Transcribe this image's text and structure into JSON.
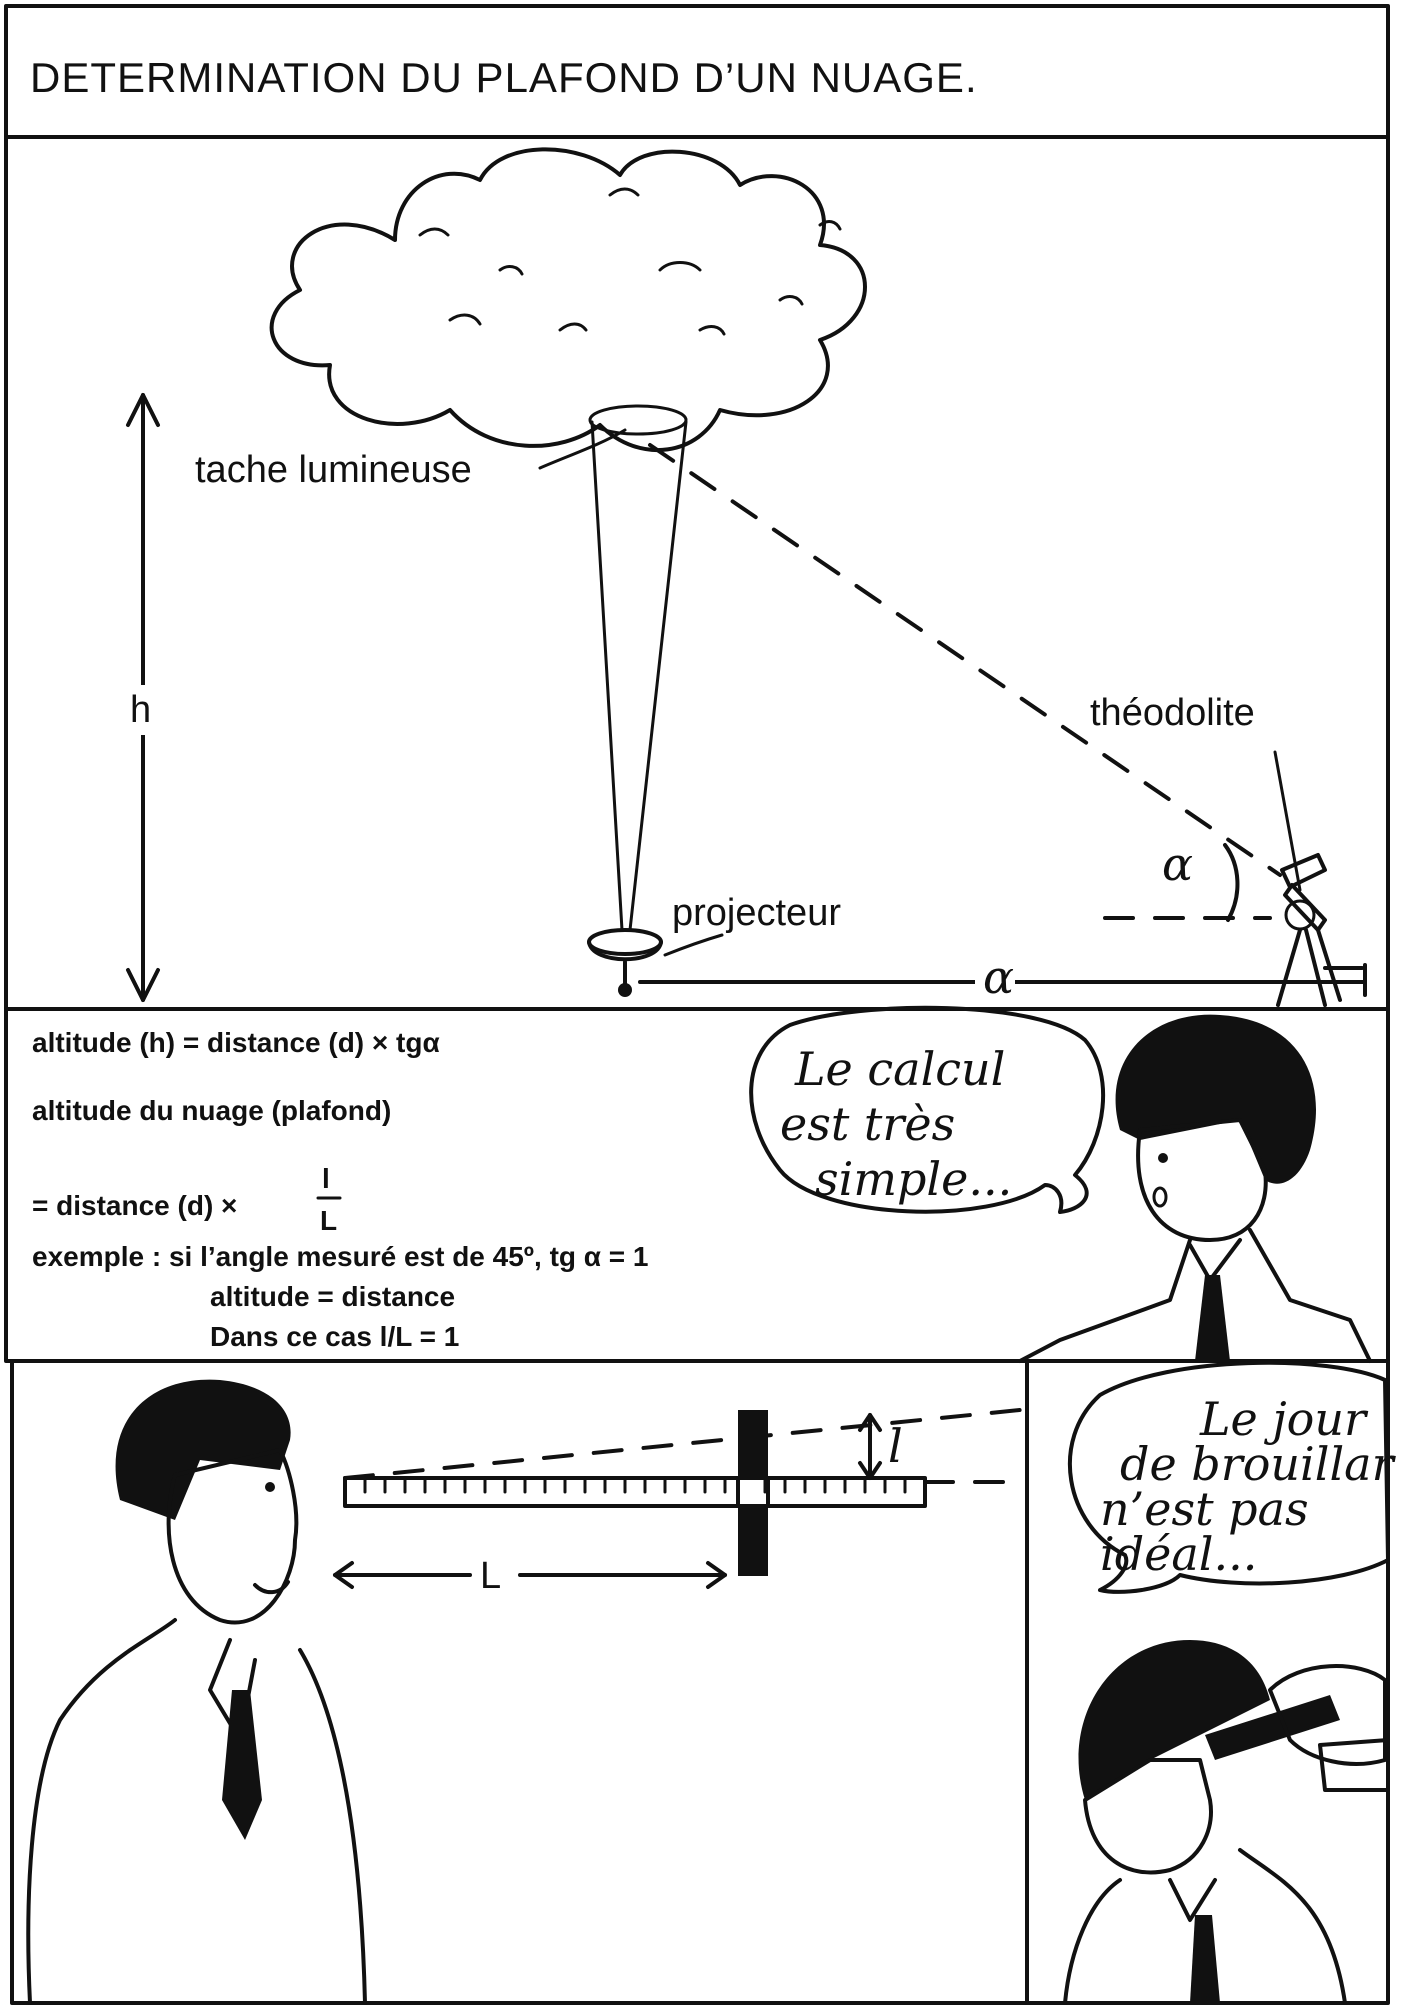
{
  "title": "DETERMINATION  DU  PLAFOND  D’UN  NUAGE.",
  "diagram": {
    "h_label": "h",
    "spot_label": "tache lumineuse",
    "theodolite_label": "théodolite",
    "projector_label": "projecteur",
    "alpha_angle": "α",
    "alpha_base": "α"
  },
  "formulas": {
    "line1": "altitude (h) = distance (d) × tgα",
    "line2": "altitude du nuage (plafond)",
    "line3_prefix": "= distance (d) ×",
    "frac_num": "l",
    "frac_den": "L",
    "line4": "exemple : si l’angle mesuré est de 45º, tg α = 1",
    "line5": "altitude = distance",
    "line6": "Dans ce cas l/L = 1"
  },
  "bubble1": {
    "line1": "Le calcul",
    "line2": "est très",
    "line3": "simple..."
  },
  "ruler_panel": {
    "small_l": "l",
    "big_L": "L"
  },
  "bubble2": {
    "line1": "Le jour",
    "line2": "de brouillar",
    "line3": "n’est pas",
    "line4": "idéal..."
  }
}
